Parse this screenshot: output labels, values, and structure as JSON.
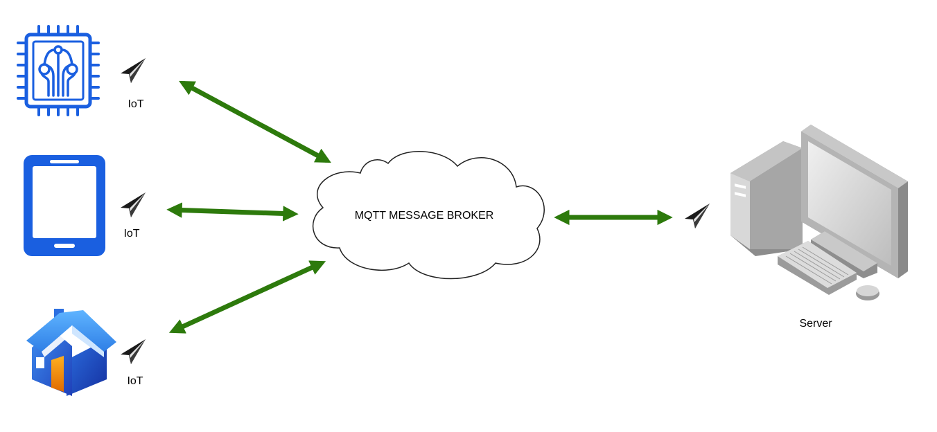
{
  "nodes": {
    "chip": {
      "label": "IoT",
      "icon": "microchip-icon"
    },
    "tablet": {
      "label": "IoT",
      "icon": "tablet-icon"
    },
    "house": {
      "label": "IoT",
      "icon": "smart-home-icon"
    },
    "broker": {
      "label": "MQTT MESSAGE BROKER",
      "icon": "cloud-icon"
    },
    "server": {
      "label": "Server",
      "icon": "desktop-computer-icon"
    }
  },
  "connections": [
    {
      "from": "chip",
      "to": "broker",
      "direction": "bidirectional"
    },
    {
      "from": "tablet",
      "to": "broker",
      "direction": "bidirectional"
    },
    {
      "from": "house",
      "to": "broker",
      "direction": "bidirectional"
    },
    {
      "from": "broker",
      "to": "server",
      "direction": "bidirectional"
    }
  ],
  "colors": {
    "arrow": "#2d7a0c",
    "device_blue": "#1a5fe0",
    "house_blue": "#3a8ef0",
    "house_door": "#f08a10",
    "server_gray": "#9a9a9a",
    "cloud_stroke": "#222222",
    "plane": "#1a1a1a"
  }
}
